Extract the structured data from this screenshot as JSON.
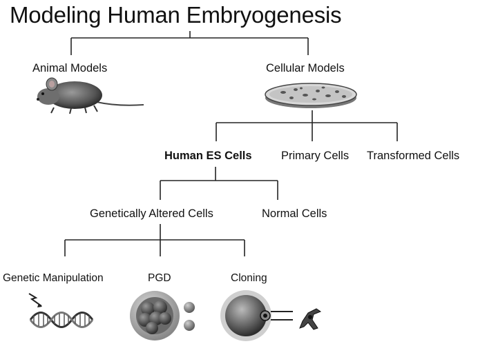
{
  "title": "Modeling Human Embryogenesis",
  "level1": {
    "animal": "Animal Models",
    "cellular": "Cellular Models"
  },
  "level2": {
    "human_es": "Human ES Cells",
    "primary": "Primary Cells",
    "transformed": "Transformed Cells"
  },
  "level3": {
    "genetically_altered": "Genetically Altered Cells",
    "normal": "Normal Cells"
  },
  "level4": {
    "genetic_manipulation": "Genetic Manipulation",
    "pgd": "PGD",
    "cloning": "Cloning"
  },
  "illustrations": [
    "mouse-icon",
    "petri-dish-icon",
    "dna-helix-icon",
    "embryo-biopsy-icon",
    "nuclear-transfer-icon"
  ]
}
